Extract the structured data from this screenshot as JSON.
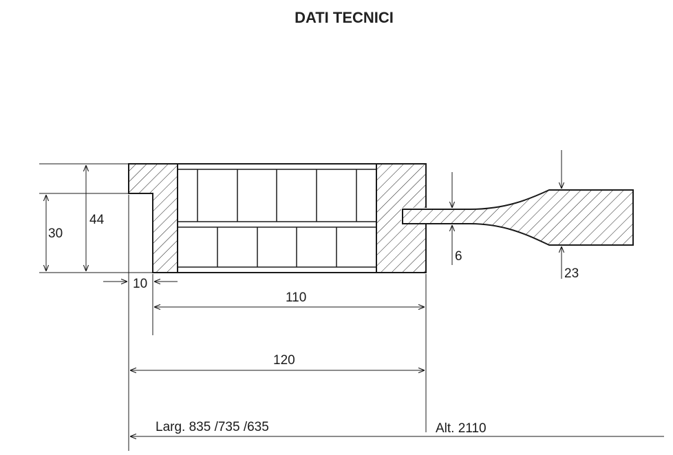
{
  "title": "DATI TECNICI",
  "dimensions": {
    "frame_height": "44",
    "rebate_height": "30",
    "rebate_width": "10",
    "inner_width": "110",
    "total_width": "120",
    "panel_thickness": "6",
    "leaf_thickness": "23"
  },
  "notes": {
    "widths": "Larg. 835 /735 /635",
    "height": "Alt. 2110"
  },
  "colors": {
    "line": "#1a1a1a",
    "background": "#ffffff"
  }
}
